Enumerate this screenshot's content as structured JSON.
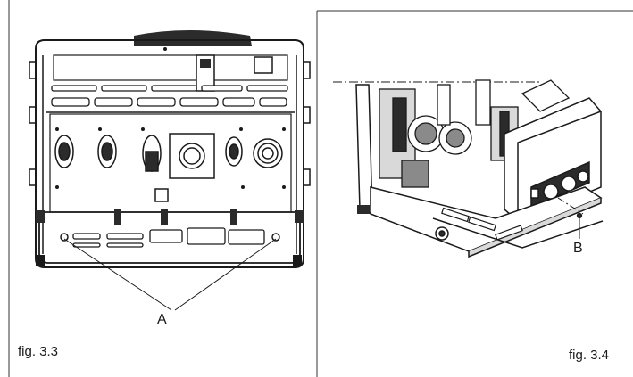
{
  "figures": [
    {
      "caption": "fig. 3.3",
      "callouts": [
        "A"
      ]
    },
    {
      "caption": "fig. 3.4",
      "callouts": [
        "B"
      ]
    }
  ],
  "colors": {
    "line": "#1a1a1a",
    "frame": "#333333",
    "fill_dark": "#2b2b2b",
    "fill_mid": "#8a8a8a",
    "fill_light": "#d9d9d9"
  }
}
